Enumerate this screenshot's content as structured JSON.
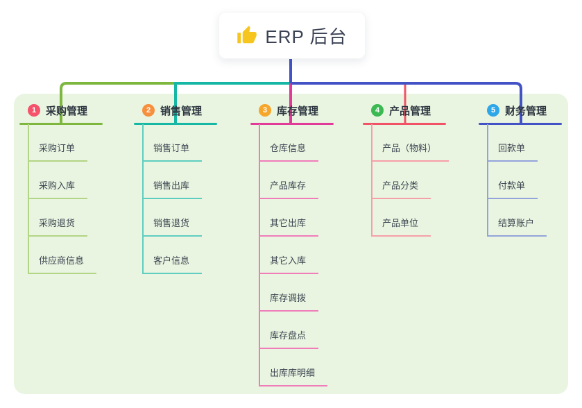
{
  "root": {
    "title": "ERP 后台",
    "icon": "thumbs-up-icon"
  },
  "colors": {
    "canvas_bg": "#ffffff",
    "panel_bg": "#e9f5e1",
    "root_text": "#3b4254",
    "branch_title_text": "#2e3640",
    "child_text": "#3d4551",
    "root_connector": "#4353c5",
    "thumb_yellow": "#f6c51e"
  },
  "branches": [
    {
      "badge": "1",
      "title": "采购管理",
      "badge_color": "#f4536b",
      "line_color": "#7db73e",
      "child_line_color": "#b2d586",
      "children": [
        "采购订单",
        "采购入库",
        "采购退货",
        "供应商信息"
      ]
    },
    {
      "badge": "2",
      "title": "销售管理",
      "badge_color": "#f7903e",
      "line_color": "#16b8a5",
      "child_line_color": "#5fcec0",
      "children": [
        "销售订单",
        "销售出库",
        "销售退货",
        "客户信息"
      ]
    },
    {
      "badge": "3",
      "title": "库存管理",
      "badge_color": "#f6a62a",
      "line_color": "#e23a98",
      "child_line_color": "#f07cba",
      "children": [
        "仓库信息",
        "产品库存",
        "其它出库",
        "其它入库",
        "库存调拨",
        "库存盘点",
        "出库库明细"
      ]
    },
    {
      "badge": "4",
      "title": "产品管理",
      "badge_color": "#3db954",
      "line_color": "#f25266",
      "child_line_color": "#f79fa9",
      "children": [
        "产品（物料）",
        "产品分类",
        "产品单位"
      ]
    },
    {
      "badge": "5",
      "title": "财务管理",
      "badge_color": "#2ea7e8",
      "line_color": "#4353c5",
      "child_line_color": "#93a4da",
      "children": [
        "回款单",
        "付款单",
        "结算账户"
      ]
    }
  ]
}
